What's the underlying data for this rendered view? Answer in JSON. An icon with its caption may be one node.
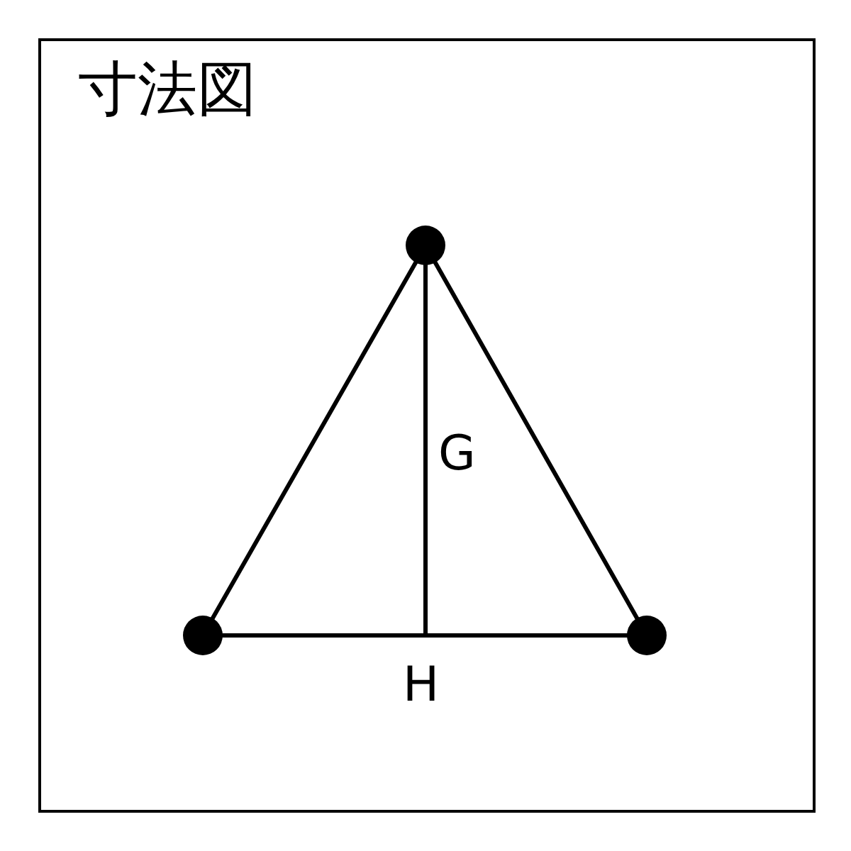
{
  "diagram": {
    "title": "寸法図",
    "labels": [
      "G",
      "H"
    ]
  }
}
